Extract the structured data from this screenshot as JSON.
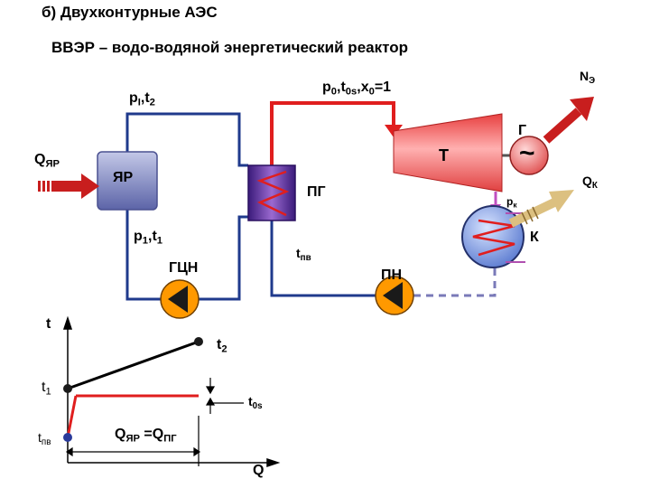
{
  "title": "б) Двухконтурные АЭС",
  "subtitle": "ВВЭР – водо-водяной энергетический реактор",
  "labels": {
    "p_t2": {
      "a": "p",
      "s1": "I",
      "b": ",t",
      "s2": "2"
    },
    "p0_t0s_x0": {
      "a": "p",
      "s1": "0",
      "b": ",t",
      "s2": "0s",
      "c": ",x",
      "s3": "0",
      "d": "=1"
    },
    "n_e": {
      "a": "N",
      "s1": "Э"
    },
    "generator": "Г",
    "tilde": "~",
    "turbine": "Т",
    "q_yar": {
      "a": "Q",
      "s1": "ЯР"
    },
    "reactor": "ЯР",
    "steam_gen": "ПГ",
    "q_k": {
      "a": "Q",
      "s1": "К"
    },
    "p_k": {
      "a": "p",
      "s1": "к"
    },
    "condenser": "К",
    "p1_t1": {
      "a": "p",
      "s1": "1",
      "b": ",t",
      "s2": "1"
    },
    "t_pv": {
      "a": "t",
      "s1": "пв"
    },
    "main_pump": "ГЦН",
    "feed_pump": "ПН"
  },
  "graph": {
    "y_axis_label": "t",
    "x_axis_label": "Q",
    "t2": {
      "a": "t",
      "s1": "2"
    },
    "t1": {
      "a": "t",
      "s1": "1"
    },
    "t0s": {
      "a": "t",
      "s1": "0s"
    },
    "tpv": {
      "a": "t",
      "s1": "пв"
    },
    "balance": {
      "a": "Q",
      "s1": "ЯР",
      "b": " =Q",
      "s2": "ПГ"
    }
  },
  "colors": {
    "primary_loop": "#1f3a8c",
    "steam_line": "#e01e1e",
    "condensate_dashed": "#7a7ab8",
    "reactor_fill": "#8f96c8",
    "steam_gen_fill": "#6a3fa6",
    "turbine_fill": "#f06a6a",
    "pump_fill": "#ff9900",
    "arrow_red": "#c81e1e",
    "arrow_tan": "#dcc080"
  }
}
